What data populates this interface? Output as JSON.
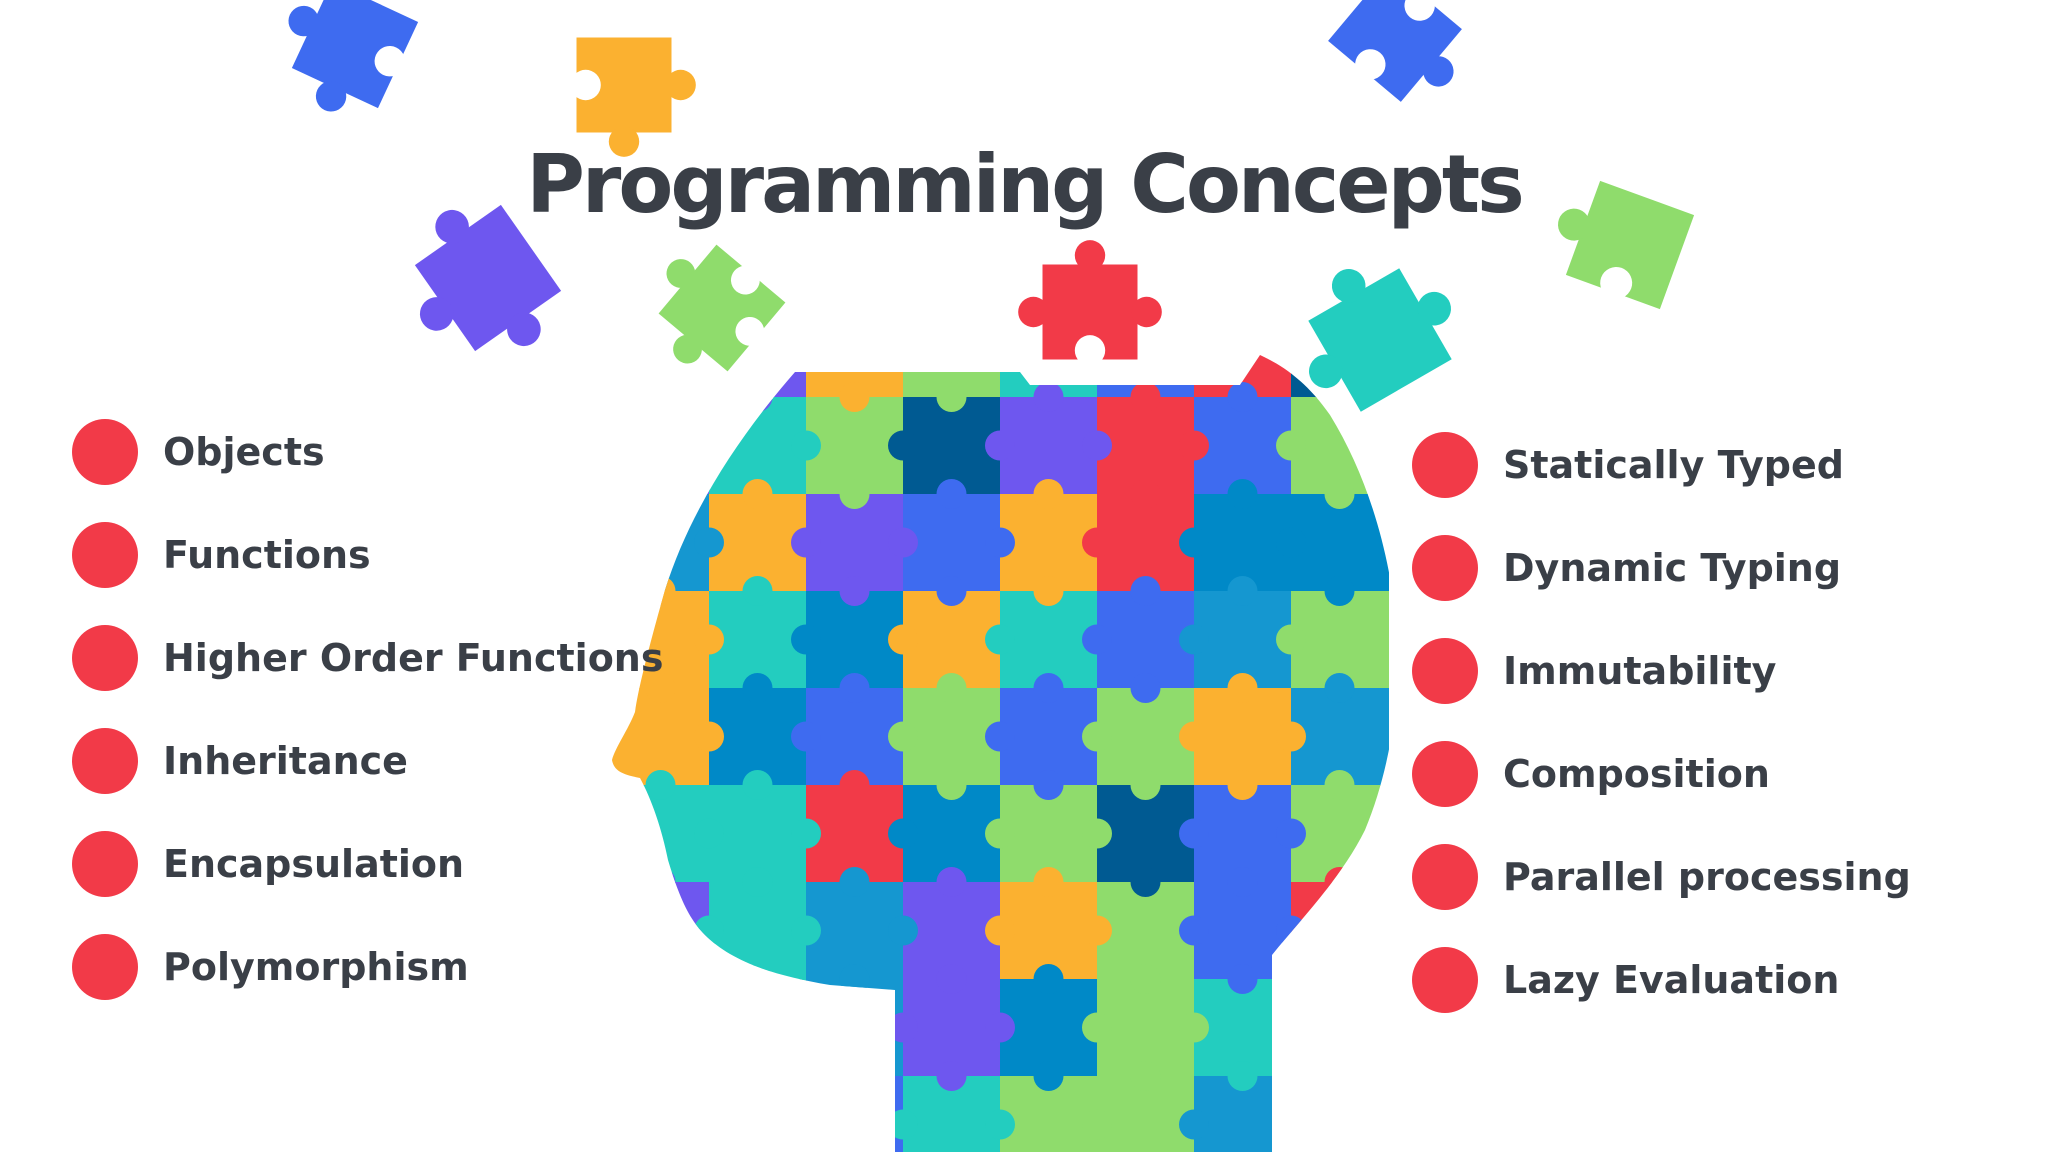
{
  "title": "Programming Concepts",
  "colors": {
    "bullet": "#f23a48",
    "text": "#3a3f47",
    "puzzle_palette": [
      "#f23a48",
      "#fbb130",
      "#8fdc6c",
      "#23cdbf",
      "#3e6bf0",
      "#6e57ef",
      "#1597d0",
      "#005a92",
      "#0089c7"
    ],
    "head_outline": "#0a7ac0"
  },
  "concepts_left": [
    {
      "label": "Objects"
    },
    {
      "label": "Functions"
    },
    {
      "label": "Higher Order Functions"
    },
    {
      "label": "Inheritance"
    },
    {
      "label": "Encapsulation"
    },
    {
      "label": "Polymorphism"
    }
  ],
  "concepts_right": [
    {
      "label": "Statically Typed"
    },
    {
      "label": "Dynamic Typing"
    },
    {
      "label": "Immutability"
    },
    {
      "label": "Composition"
    },
    {
      "label": "Parallel processing"
    },
    {
      "label": "Lazy Evaluation"
    }
  ],
  "illustration": {
    "head_icon": "puzzle-head-icon",
    "piece_icon": "puzzle-piece-icon"
  }
}
